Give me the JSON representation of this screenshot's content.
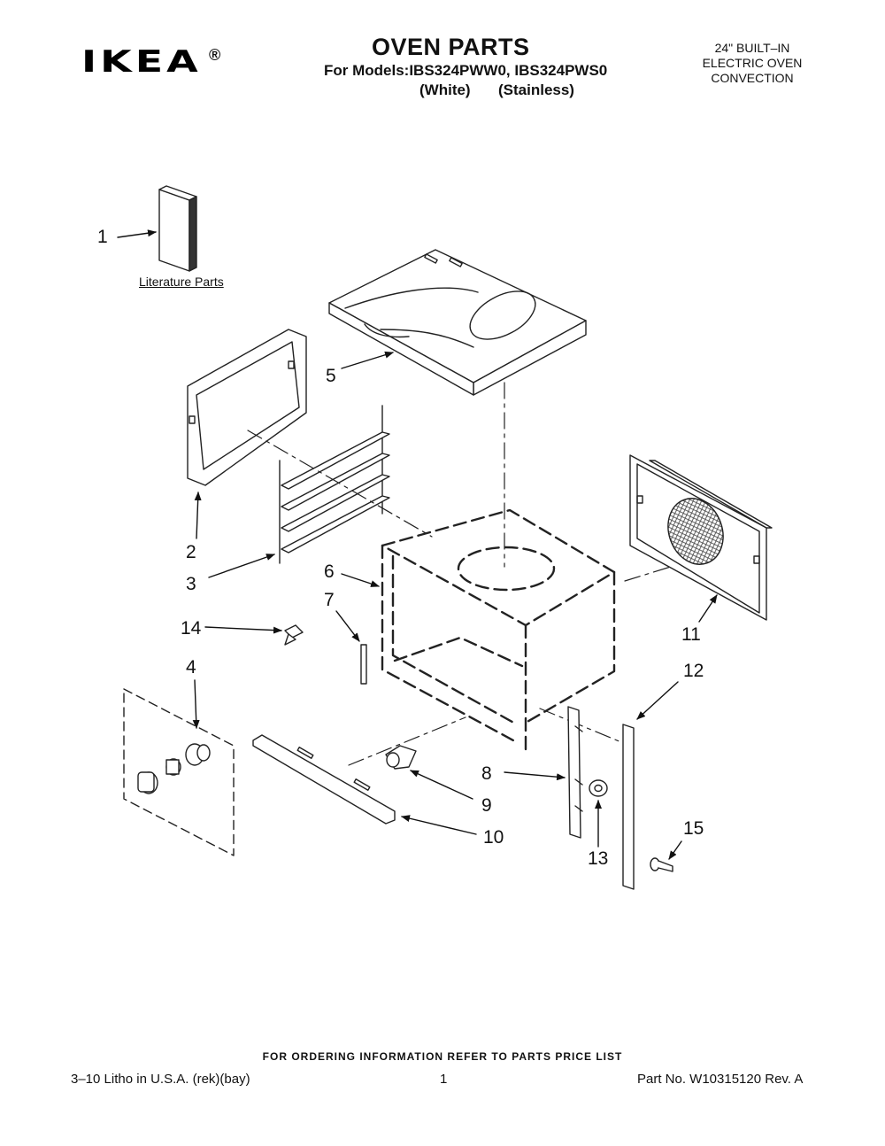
{
  "header": {
    "brand": "IKEA",
    "brand_reg": "®",
    "title": "OVEN PARTS",
    "models_line": "For Models:IBS324PWW0, IBS324PWS0",
    "variant_white": "(White)",
    "variant_stainless": "(Stainless)",
    "product_lines": [
      "24\" BUILT–IN",
      "ELECTRIC OVEN",
      "CONVECTION"
    ]
  },
  "diagram": {
    "literature_label": "Literature Parts",
    "callouts": [
      "1",
      "2",
      "3",
      "4",
      "5",
      "6",
      "7",
      "8",
      "9",
      "10",
      "11",
      "12",
      "13",
      "14",
      "15"
    ]
  },
  "footer": {
    "ordering_note": "FOR ORDERING INFORMATION REFER TO PARTS PRICE LIST",
    "litho": "3–10 Litho in U.S.A. (rek)(bay)",
    "page_number": "1",
    "part_number": "Part No. W10315120 Rev. A"
  }
}
